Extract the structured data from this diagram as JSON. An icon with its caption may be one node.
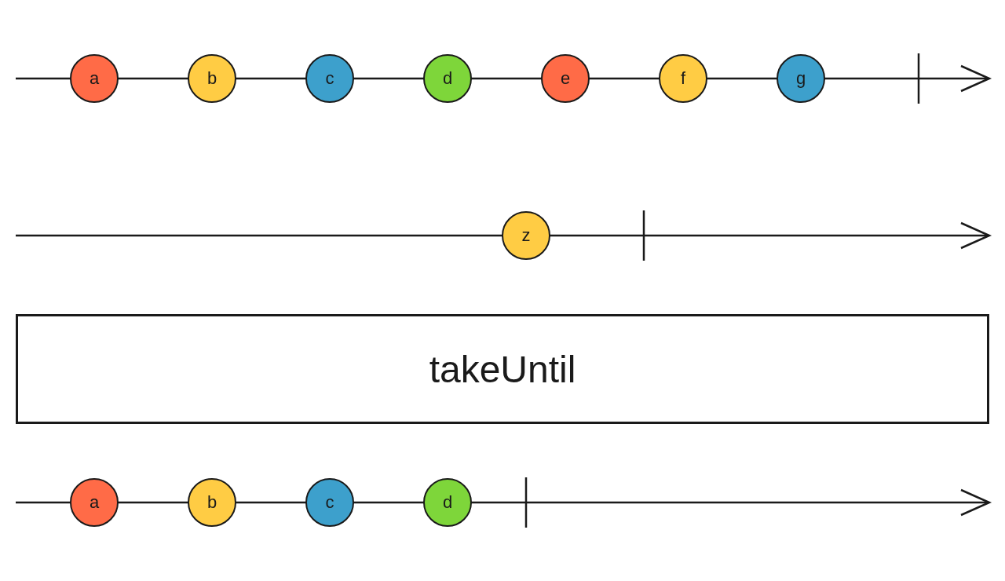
{
  "diagram": {
    "nodes": [
      {
        "text": [
          "a"
        ]
      },
      {
        "text": [
          "b"
        ]
      },
      {
        "text": [
          "c"
        ]
      },
      {
        "text": [
          "d"
        ]
      },
      {
        "text": [
          "e"
        ]
      },
      {
        "text": [
          "f"
        ]
      },
      {
        "text": [
          "g"
        ]
      },
      {
        "text": [
          "z"
        ]
      },
      {
        "text": [
          "takeUntil"
        ]
      },
      {
        "text": [
          "a"
        ]
      },
      {
        "text": [
          "b"
        ]
      },
      {
        "text": [
          "c"
        ]
      },
      {
        "text": [
          "d"
        ]
      }
    ]
  }
}
